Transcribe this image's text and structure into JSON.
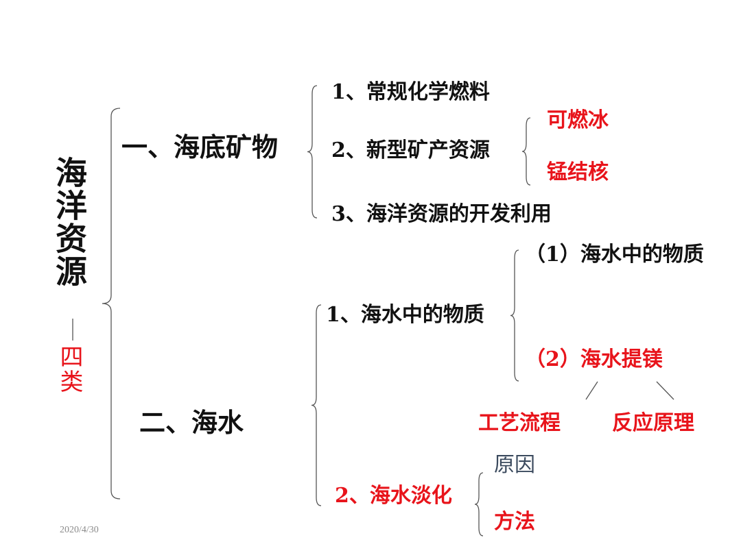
{
  "root": {
    "title": "海洋资源",
    "note": "四类"
  },
  "branches": [
    {
      "label": "一、海底矿物",
      "children": [
        {
          "label": "1、常规化学燃料"
        },
        {
          "label": "2、新型矿产资源",
          "children": [
            {
              "label": "可燃冰"
            },
            {
              "label": "锰结核"
            }
          ]
        },
        {
          "label": "3、海洋资源的开发利用"
        }
      ]
    },
    {
      "label": "二、海水",
      "children": [
        {
          "label": "1、海水中的物质",
          "children": [
            {
              "label": "（1）海水中的物质"
            },
            {
              "label": "（2）海水提镁",
              "children": [
                {
                  "label": "工艺流程"
                },
                {
                  "label": "反应原理"
                }
              ]
            }
          ]
        },
        {
          "label": "2、海水淡化",
          "children": [
            {
              "label": "原因"
            },
            {
              "label": "方法"
            }
          ]
        }
      ]
    }
  ],
  "footer": {
    "date": "2020/4/30"
  },
  "colors": {
    "accent": "#e8141b",
    "text": "#111111",
    "muted": "#3b4a5e"
  }
}
